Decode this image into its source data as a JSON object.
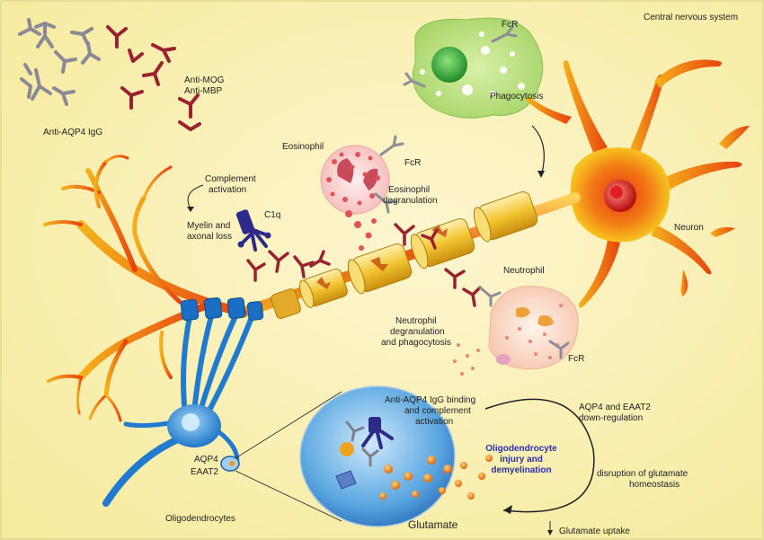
{
  "labels": {
    "cns": "Central nervous system",
    "fcr_top": "FcR",
    "phagocytosis": "Phagocytosis",
    "anti_mog": "Anti-MOG",
    "anti_mbp": "Anti-MBP",
    "anti_aqp4": "Anti-AQP4 IgG",
    "eosinophil": "Eosinophil",
    "fcr_eos": "FcR",
    "eos_degran_1": "Eosinophil",
    "eos_degran_2": "degranulation",
    "complement_1": "Complement",
    "complement_2": "activation",
    "myelin_1": "Myelin and",
    "myelin_2": "axonal loss",
    "c1q": "C1q",
    "neuron": "Neuron",
    "neutrophil": "Neutrophil",
    "neut_degran_1": "Neutrophil",
    "neut_degran_2": "degranulation",
    "neut_degran_3": "and phagocytosis",
    "fcr_neut": "FcR",
    "binding_1": "Anti-AQP4 IgG binding",
    "binding_2": "and complement",
    "binding_3": "activation",
    "aqp4_down_1": "AQP4 and EAAT2",
    "aqp4_down_2": "down-regulation",
    "oligo_injury_1": "Oligodendrocyte",
    "oligo_injury_2": "injury and",
    "oligo_injury_3": "demyelination",
    "disruption_1": "disruption of glutamate",
    "disruption_2": "homeostasis",
    "aqp4": "AQP4",
    "eaat2": "EAAT2",
    "oligodendrocytes": "Oligodendrocytes",
    "glutamate": "Glutamate",
    "glutamate_uptake": "Glutamate uptake"
  }
}
